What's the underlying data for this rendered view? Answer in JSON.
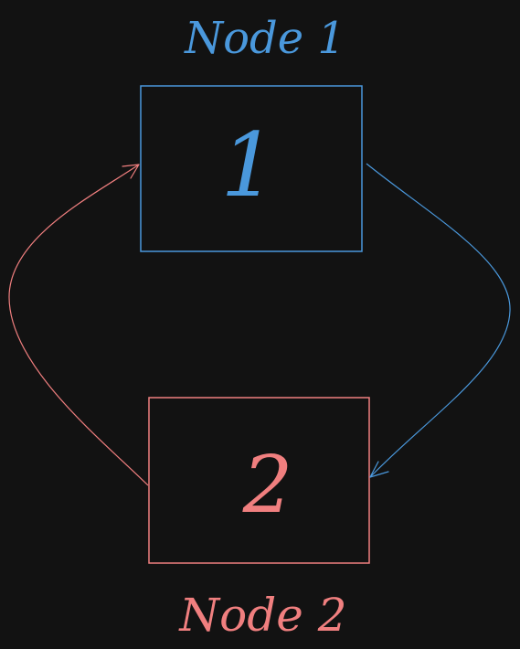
{
  "diagram": {
    "background": "#121212",
    "nodes": [
      {
        "id": "node-1",
        "title": "Node 1",
        "value": "1",
        "color": "#4a98dc"
      },
      {
        "id": "node-2",
        "title": "Node 2",
        "value": "2",
        "color": "#f07f7f"
      }
    ],
    "edges": [
      {
        "from": "node-1",
        "to": "node-2",
        "color": "#4a98dc"
      },
      {
        "from": "node-2",
        "to": "node-1",
        "color": "#f07f7f"
      }
    ]
  }
}
